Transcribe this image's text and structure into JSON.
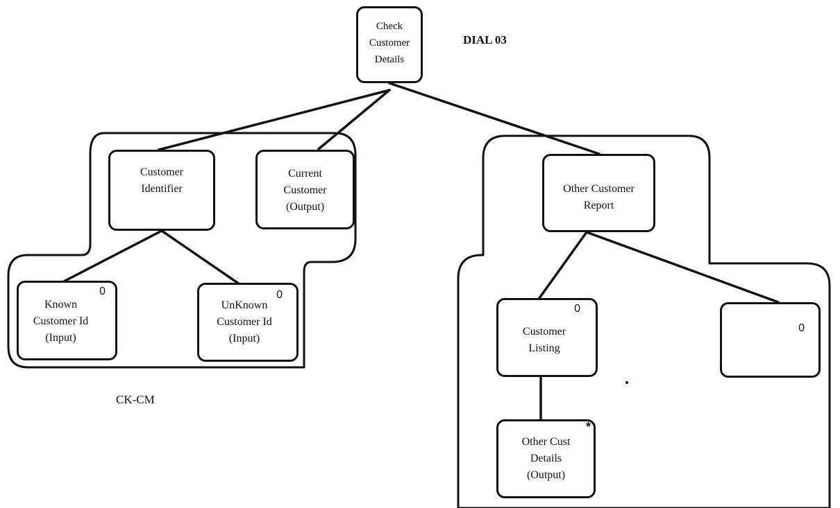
{
  "diagram": {
    "root": {
      "label": "Check\nCustomer\nDetails",
      "tag": "DIAL 03"
    },
    "left_group": {
      "caption": "CK-CM",
      "customer_identifier": {
        "label": "Customer\nIdentifier"
      },
      "current_customer": {
        "label": "Current\nCustomer\n(Output)"
      },
      "known_customer": {
        "label": "Known\nCustomer Id\n(Input)",
        "mark": "0"
      },
      "unknown_customer": {
        "label": "UnKnown\nCustomer Id\n(Input)",
        "mark": "0"
      }
    },
    "right_group": {
      "other_customer_report": {
        "label": "Other Customer\nReport"
      },
      "customer_listing": {
        "label": "Customer\nListing",
        "mark": "0"
      },
      "blank_box": {
        "label": "",
        "mark": "0"
      },
      "other_cust_details": {
        "label": "Other Cust\nDetails\n(Output)",
        "mark": "*"
      }
    }
  }
}
